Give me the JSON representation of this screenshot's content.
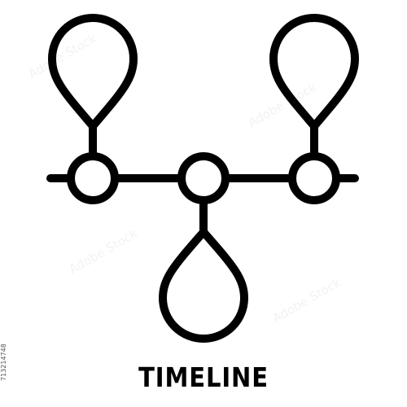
{
  "icon": {
    "name": "timeline-icon",
    "title": "TIMELINE",
    "stroke_color": "#000000",
    "background_color": "#ffffff"
  },
  "stock_id": "713214748",
  "watermark_text": "Adobe Stock"
}
